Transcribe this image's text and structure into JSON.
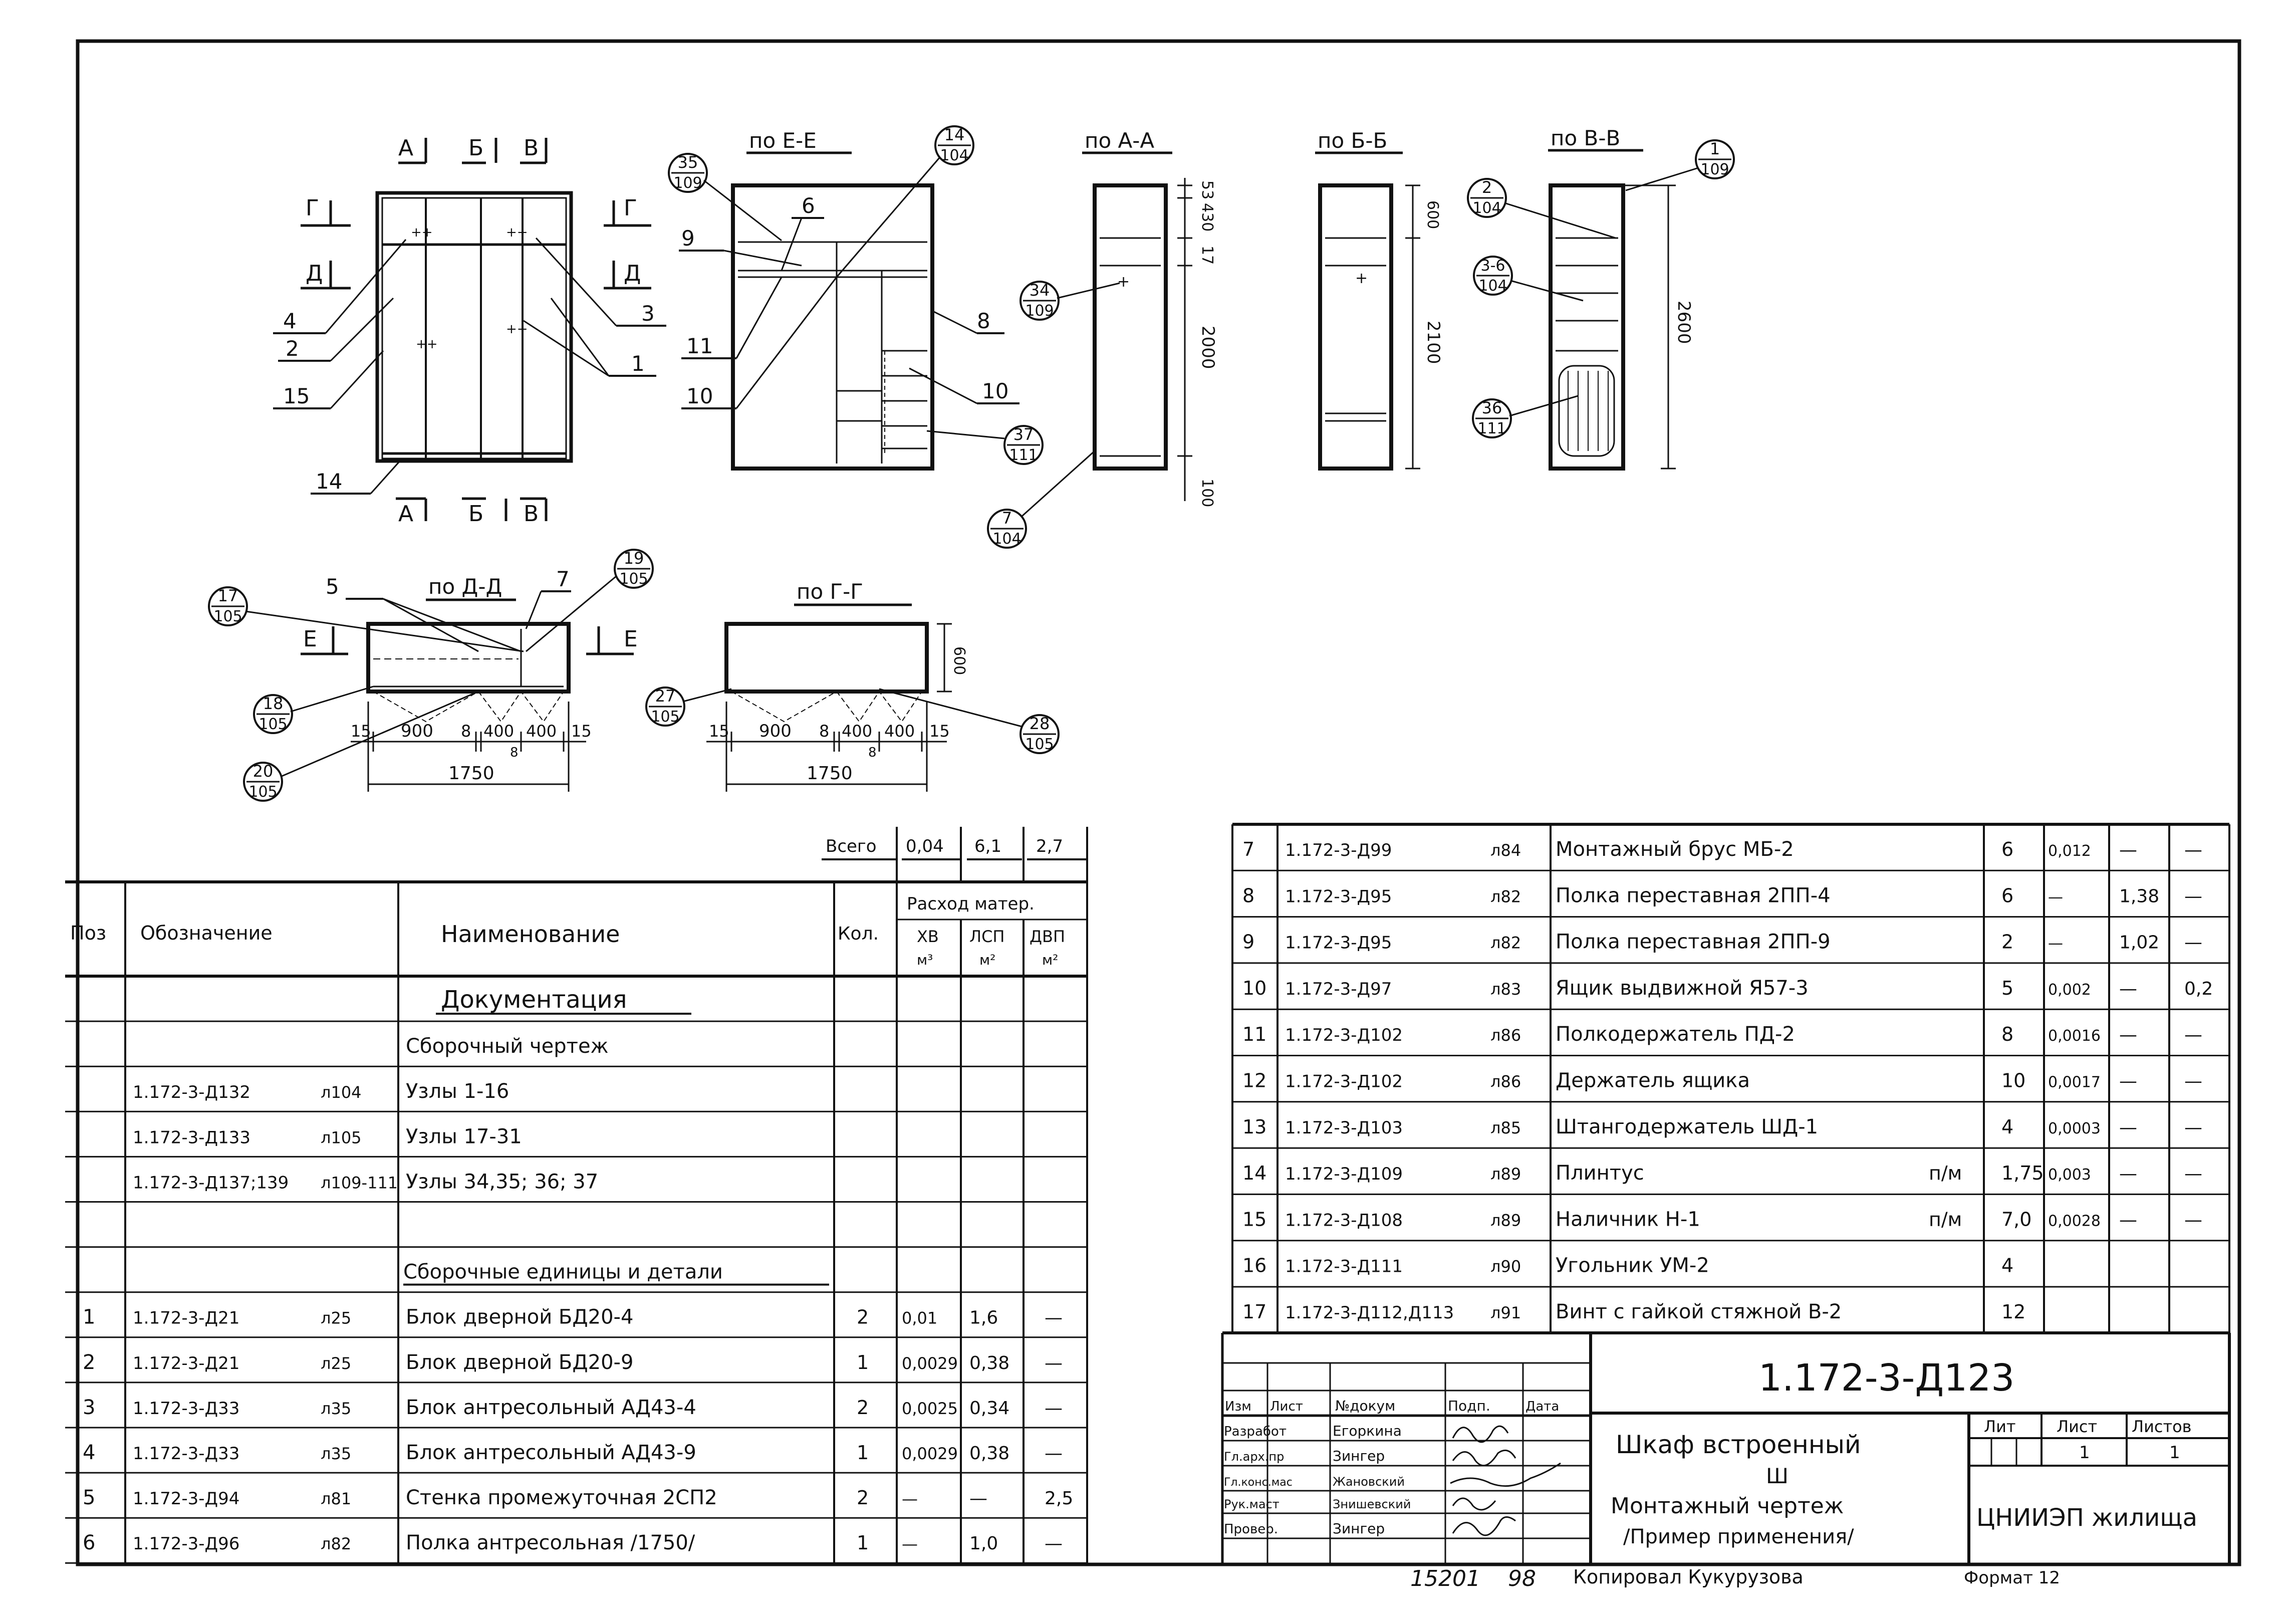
{
  "views": {
    "main": {
      "a_top": "А",
      "b_top": "Б",
      "v_top": "В",
      "a_bot": "А",
      "b_bot": "Б",
      "v_bot": "В",
      "g_left": "Г",
      "d_left": "Д",
      "g_right": "Г",
      "d_right": "Д",
      "l4": "4",
      "l2": "2",
      "l15": "15",
      "l14": "14",
      "l3": "3",
      "l1": "1"
    },
    "ee": {
      "title": "по Е-Е",
      "c35n": "35",
      "c35d": "109",
      "c14n": "14",
      "c14d": "104",
      "l9": "9",
      "l6": "6",
      "l11": "11",
      "l10": "10",
      "l8": "8",
      "l10b": "10",
      "c37n": "37",
      "c37d": "111"
    },
    "aa": {
      "title": "по А-А",
      "d53": "53",
      "d430": "430",
      "d17": "17",
      "d2000": "2000",
      "d100": "100",
      "c34n": "34",
      "c34d": "109",
      "c7n": "7",
      "c7d": "104"
    },
    "bb": {
      "title": "по Б-Б",
      "d600": "600",
      "d2100": "2100"
    },
    "vv": {
      "title": "по В-В",
      "c1n": "1",
      "c1d": "109",
      "c2n": "2",
      "c2d": "104",
      "c36n": "3-6",
      "c36d": "104",
      "c36bn": "36",
      "c36bd": "111",
      "d2600": "2600"
    },
    "dd": {
      "title": "по Д-Д",
      "c17n": "17",
      "c17d": "105",
      "l5": "5",
      "l7": "7",
      "c19n": "19",
      "c19d": "105",
      "e_left": "Е",
      "e_right": "Е",
      "c18n": "18",
      "c18d": "105",
      "c20n": "20",
      "c20d": "105",
      "d15a": "15",
      "d900": "900",
      "d8": "8",
      "d400a": "400",
      "d400b": "400",
      "d15b": "15",
      "d8b": "8",
      "d1750": "1750"
    },
    "gg": {
      "title": "по Г-Г",
      "d600": "600",
      "c27n": "27",
      "c27d": "105",
      "c28n": "28",
      "c28d": "105",
      "d15a": "15",
      "d900": "900",
      "d8": "8",
      "d400a": "400",
      "d400b": "400",
      "d15b": "15",
      "d8b": "8",
      "d1750": "1750"
    }
  },
  "spec": {
    "total_label": "Всего",
    "total_xv": "0,04",
    "total_lsp": "6,1",
    "total_dvp": "2,7",
    "h_pos": "Поз",
    "h_designation": "Обозначение",
    "h_name": "Наименование",
    "h_qty": "Кол.",
    "h_consumption": "Расход матер.",
    "h_xv": "ХВ",
    "h_xv_u": "м³",
    "h_lsp": "ЛСП",
    "h_lsp_u": "м²",
    "h_dvp": "ДВП",
    "h_dvp_u": "м²",
    "left_rows": [
      {
        "pos": "",
        "des": "",
        "sheet": "",
        "name": "Документация",
        "qty": "",
        "xv": "",
        "lsp": "",
        "dvp": ""
      },
      {
        "pos": "",
        "des": "",
        "sheet": "",
        "name": "Сборочный чертеж",
        "qty": "",
        "xv": "",
        "lsp": "",
        "dvp": ""
      },
      {
        "pos": "",
        "des": "1.172-3-Д132",
        "sheet": "л104",
        "name": "Узлы 1-16",
        "qty": "",
        "xv": "",
        "lsp": "",
        "dvp": ""
      },
      {
        "pos": "",
        "des": "1.172-3-Д133",
        "sheet": "л105",
        "name": "Узлы 17-31",
        "qty": "",
        "xv": "",
        "lsp": "",
        "dvp": ""
      },
      {
        "pos": "",
        "des": "1.172-3-Д137;139",
        "sheet": "л109-111",
        "name": "Узлы 34,35; 36; 37",
        "qty": "",
        "xv": "",
        "lsp": "",
        "dvp": ""
      },
      {
        "pos": "",
        "des": "",
        "sheet": "",
        "name": "",
        "qty": "",
        "xv": "",
        "lsp": "",
        "dvp": ""
      },
      {
        "pos": "",
        "des": "",
        "sheet": "",
        "name": "Сборочные единицы и детали",
        "qty": "",
        "xv": "",
        "lsp": "",
        "dvp": ""
      },
      {
        "pos": "1",
        "des": "1.172-3-Д21",
        "sheet": "л25",
        "name": "Блок дверной БД20-4",
        "qty": "2",
        "xv": "0,01",
        "lsp": "1,6",
        "dvp": "—"
      },
      {
        "pos": "2",
        "des": "1.172-3-Д21",
        "sheet": "л25",
        "name": "Блок дверной БД20-9",
        "qty": "1",
        "xv": "0,0029",
        "lsp": "0,38",
        "dvp": "—"
      },
      {
        "pos": "3",
        "des": "1.172-3-Д33",
        "sheet": "л35",
        "name": "Блок антресольный АД43-4",
        "qty": "2",
        "xv": "0,0025",
        "lsp": "0,34",
        "dvp": "—"
      },
      {
        "pos": "4",
        "des": "1.172-3-Д33",
        "sheet": "л35",
        "name": "Блок антресольный АД43-9",
        "qty": "1",
        "xv": "0,0029",
        "lsp": "0,38",
        "dvp": "—"
      },
      {
        "pos": "5",
        "des": "1.172-3-Д94",
        "sheet": "л81",
        "name": "Стенка промежуточная 2СП2",
        "qty": "2",
        "xv": "—",
        "lsp": "—",
        "dvp": "2,5"
      },
      {
        "pos": "6",
        "des": "1.172-3-Д96",
        "sheet": "л82",
        "name": "Полка антресольная /1750/",
        "qty": "1",
        "xv": "—",
        "lsp": "1,0",
        "dvp": "—"
      }
    ],
    "right_rows": [
      {
        "pos": "7",
        "des": "1.172-3-Д99",
        "sheet": "л84",
        "name": "Монтажный брус МБ-2",
        "unit": "",
        "qty": "6",
        "xv": "0,012",
        "lsp": "—",
        "dvp": "—"
      },
      {
        "pos": "8",
        "des": "1.172-3-Д95",
        "sheet": "л82",
        "name": "Полка переставная 2ПП-4",
        "unit": "",
        "qty": "6",
        "xv": "—",
        "lsp": "1,38",
        "dvp": "—"
      },
      {
        "pos": "9",
        "des": "1.172-3-Д95",
        "sheet": "л82",
        "name": "Полка переставная 2ПП-9",
        "unit": "",
        "qty": "2",
        "xv": "—",
        "lsp": "1,02",
        "dvp": "—"
      },
      {
        "pos": "10",
        "des": "1.172-3-Д97",
        "sheet": "л83",
        "name": "Ящик выдвижной Я57-3",
        "unit": "",
        "qty": "5",
        "xv": "0,002",
        "lsp": "—",
        "dvp": "0,2"
      },
      {
        "pos": "11",
        "des": "1.172-3-Д102",
        "sheet": "л86",
        "name": "Полкодержатель ПД-2",
        "unit": "",
        "qty": "8",
        "xv": "0,0016",
        "lsp": "—",
        "dvp": "—"
      },
      {
        "pos": "12",
        "des": "1.172-3-Д102",
        "sheet": "л86",
        "name": "Держатель ящика",
        "unit": "",
        "qty": "10",
        "xv": "0,0017",
        "lsp": "—",
        "dvp": "—"
      },
      {
        "pos": "13",
        "des": "1.172-3-Д103",
        "sheet": "л85",
        "name": "Штангодержатель ШД-1",
        "unit": "",
        "qty": "4",
        "xv": "0,0003",
        "lsp": "—",
        "dvp": "—"
      },
      {
        "pos": "14",
        "des": "1.172-3-Д109",
        "sheet": "л89",
        "name": "Плинтус",
        "unit": "п/м",
        "qty": "1,75",
        "xv": "0,003",
        "lsp": "—",
        "dvp": "—"
      },
      {
        "pos": "15",
        "des": "1.172-3-Д108",
        "sheet": "л89",
        "name": "Наличник Н-1",
        "unit": "п/м",
        "qty": "7,0",
        "xv": "0,0028",
        "lsp": "—",
        "dvp": "—"
      },
      {
        "pos": "16",
        "des": "1.172-3-Д111",
        "sheet": "л90",
        "name": "Угольник УМ-2",
        "unit": "",
        "qty": "4",
        "xv": "",
        "lsp": "",
        "dvp": ""
      },
      {
        "pos": "17",
        "des": "1.172-3-Д112,Д113",
        "sheet": "л91",
        "name": "Винт с гайкой стяжной В-2",
        "unit": "",
        "qty": "12",
        "xv": "",
        "lsp": "",
        "dvp": ""
      }
    ]
  },
  "title_block": {
    "doc_code": "1.172-3-Д123",
    "h_izm": "Изм",
    "h_list": "Лист",
    "h_ndok": "№докум",
    "h_podp": "Подп.",
    "h_data": "Дата",
    "r1_role": "Разработ",
    "r1_name": "Егоркина",
    "r2_role": "Гл.арх.пр",
    "r2_name": "Зингер",
    "r3_role": "Гл.конс.мас",
    "r3_name": "Жановский",
    "r4_role": "Рук.маст",
    "r4_name": "Знишевский",
    "r5_role": "Провер.",
    "r5_name": "Зингер",
    "title_l1": "Шкаф встроенный",
    "title_l2": "Ш",
    "title_l3": "Монтажный чертеж",
    "title_l4": "/Пример применения/",
    "h_lit": "Лит",
    "h_sheet": "Лист",
    "h_sheets": "Листов",
    "sheet_val": "1",
    "sheets_val": "1",
    "org": "ЦНИИЭП жилища"
  },
  "footer": {
    "inv": "15201",
    "year": "98",
    "copied": "Копировал Кукурузова",
    "format": "Формат 12"
  }
}
